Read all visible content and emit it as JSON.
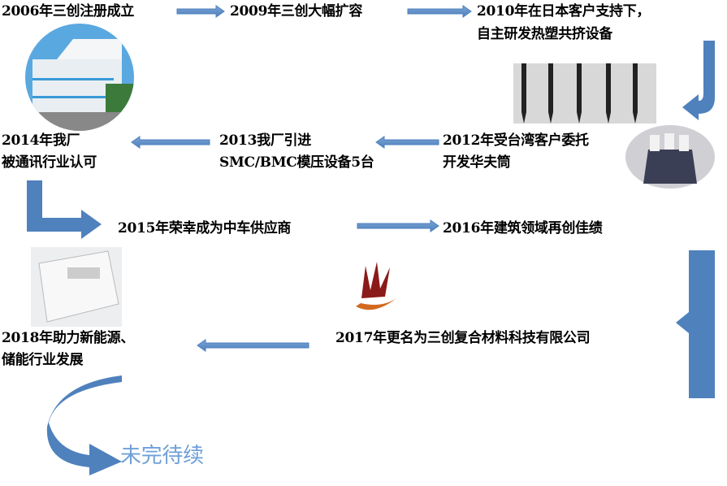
{
  "milestones": {
    "m2006": "2006年三创注册成立",
    "m2009": "2009年三创大幅扩容",
    "m2010_l1": "2010年在日本客户支持下，",
    "m2010_l2": "自主研发热塑共挤设备",
    "m2012_l1": "2012年受台湾客户委托",
    "m2012_l2": "开发华夫筒",
    "m2013_l1": "2013我厂引进",
    "m2013_l2": "SMC/BMC模压设备5台",
    "m2014_l1": "2014年我厂",
    "m2014_l2": "被通讯行业认可",
    "m2015": "2015年荣幸成为中车供应商",
    "m2016": "2016年建筑领域再创佳绩",
    "m2017": "2017年更名为三创复合材料科技有限公司",
    "m2018_l1": "2018年助力新能源、",
    "m2018_l2": "储能行业发展"
  },
  "ending": "未完待续",
  "colors": {
    "arrow": "#4f81bd",
    "arrow_light": "#7aa3d6",
    "ending": "#6fa0d8"
  }
}
